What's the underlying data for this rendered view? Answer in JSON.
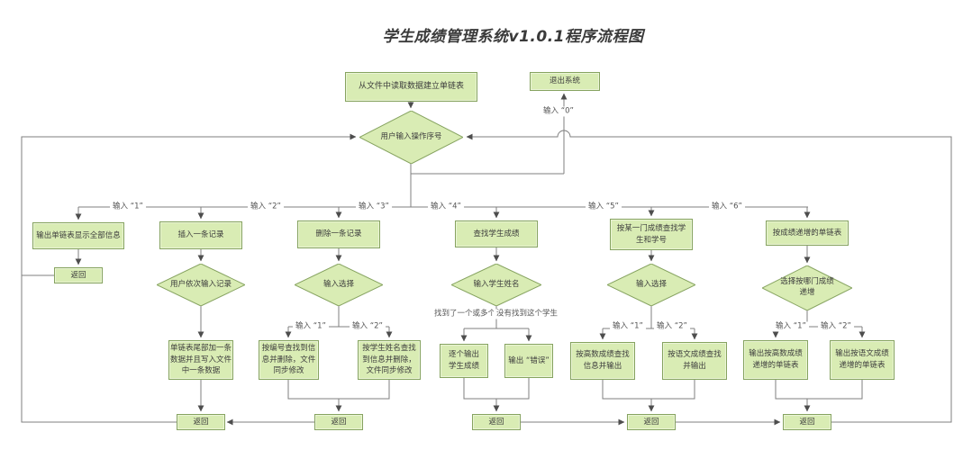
{
  "title": "学生成绩管理系统v1.0.1程序流程图",
  "colors": {
    "node_fill": "#d9ecb4",
    "node_border": "#86a360",
    "line": "#7f7f7f",
    "arrowhead": "#4d4d4d",
    "node_text": "#3d3d3d",
    "edge_label_text": "#555555",
    "title_text": "#3a3a3a"
  },
  "nodes": {
    "read_file": {
      "label": "从文件中读取数据建立单链表"
    },
    "exit_system": {
      "label": "退出系统"
    },
    "main_choice": {
      "label": "用户输入操作序号"
    },
    "b1_head": {
      "label": "输出单链表显示全部信息"
    },
    "b1_return": {
      "label": "返回"
    },
    "b2_head": {
      "label": "插入一条记录"
    },
    "b2_choice": {
      "label": "用户依次输入记录"
    },
    "b2_action": {
      "label": "单链表尾部加一条数据并且写入文件中一条数据"
    },
    "b3_head": {
      "label": "删除一条记录"
    },
    "b3_choice": {
      "label": "输入选择"
    },
    "b3_action1": {
      "label": "按编号查找到信息并删除，文件同步修改"
    },
    "b3_action2": {
      "label": "按学生姓名查找到信息并删除，文件同步修改"
    },
    "b4_head": {
      "label": "查找学生成绩"
    },
    "b4_choice": {
      "label": "输入学生姓名"
    },
    "b4_action1": {
      "label": "逐个输出学生成绩"
    },
    "b4_action2": {
      "label": "输出 “错误”"
    },
    "b5_head": {
      "label": "按某一门成绩查找学生和学号"
    },
    "b5_choice": {
      "label": "输入选择"
    },
    "b5_action1": {
      "label": "按高数成绩查找信息并输出"
    },
    "b5_action2": {
      "label": "按语文成绩查找并输出"
    },
    "b6_head": {
      "label": "按成绩递增的单链表"
    },
    "b6_choice": {
      "label": "选择按哪门成绩递增"
    },
    "b6_action1": {
      "label": "输出按高数成绩递增的单链表"
    },
    "b6_action2": {
      "label": "输出按语文成绩递增的单链表"
    },
    "return1": {
      "label": "返回"
    },
    "return2": {
      "label": "返回"
    },
    "return3": {
      "label": "返回"
    },
    "return4": {
      "label": "返回"
    },
    "return5": {
      "label": "返回"
    }
  },
  "edge_labels": {
    "input0": "输入 “0”",
    "input1": "输入 “1”",
    "input2": "输入 “2”",
    "input3": "输入 “3”",
    "input4": "输入 “4”",
    "input5": "输入 “5”",
    "input6": "输入 “6”",
    "sub_input1": "输入 “1”",
    "sub_input2": "输入 “2”",
    "found": "找到了一个或多个",
    "not_found": "没有找到这个学生"
  }
}
